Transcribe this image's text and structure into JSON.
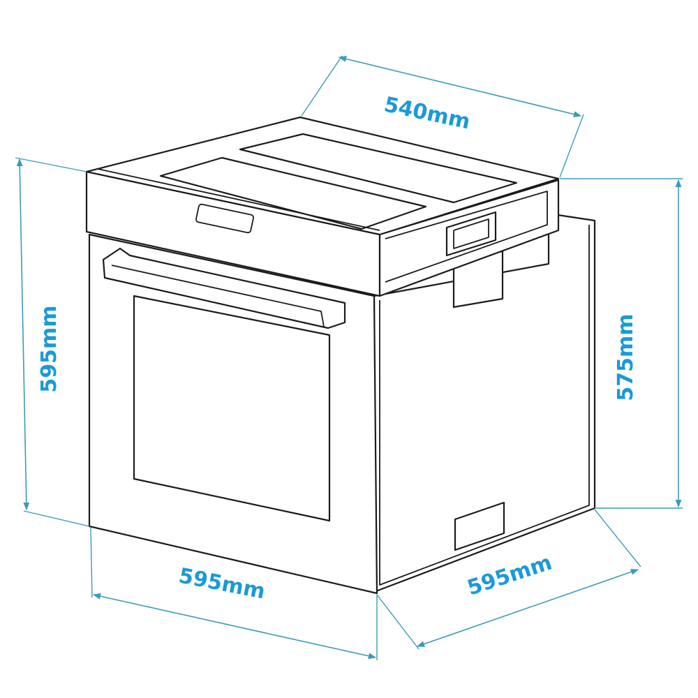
{
  "dimensions": {
    "depth_top": "540mm",
    "height_front": "595mm",
    "height_side": "575mm",
    "width_front": "595mm",
    "depth_side": "595mm"
  },
  "colors": {
    "dimension_line": "#3a9ab8",
    "dimension_text": "#1a9ad6",
    "outline": "#1a1a1a"
  }
}
